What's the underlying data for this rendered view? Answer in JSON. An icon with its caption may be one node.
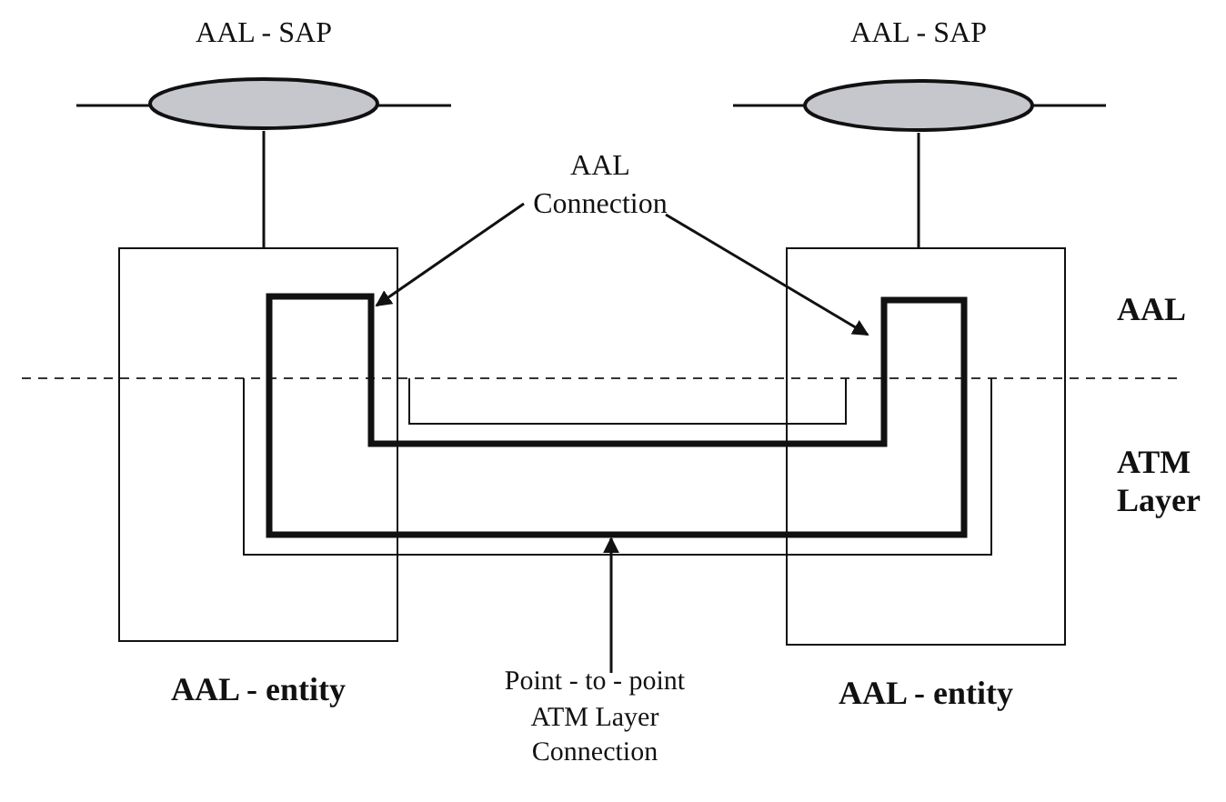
{
  "diagram": {
    "nodes": [
      {
        "text": [
          "AAL - SAP"
        ]
      },
      {
        "text": [
          "AAL - SAP"
        ]
      },
      {
        "text": [
          "AAL - entity"
        ]
      },
      {
        "text": [
          "AAL - entity"
        ]
      },
      {
        "text": [
          "AAL Connection"
        ]
      },
      {
        "text": [
          "Point - to - point ATM Layer Connection"
        ]
      },
      {
        "text": [],
        "shape": "loop"
      }
    ],
    "edges": [
      {
        "from": 0,
        "to": 2,
        "arrow": "none"
      },
      {
        "from": 1,
        "to": 3,
        "arrow": "none"
      },
      {
        "from": 4,
        "to": 6,
        "arrow": "to"
      },
      {
        "from": 4,
        "to": 6,
        "arrow": "to"
      },
      {
        "from": 5,
        "to": 6,
        "arrow": "to"
      },
      {
        "from": 2,
        "to": 3,
        "arrow": "none"
      },
      {
        "from": 2,
        "to": 3,
        "arrow": "none"
      }
    ],
    "labels": [
      "AAL",
      "ATM Layer"
    ]
  }
}
